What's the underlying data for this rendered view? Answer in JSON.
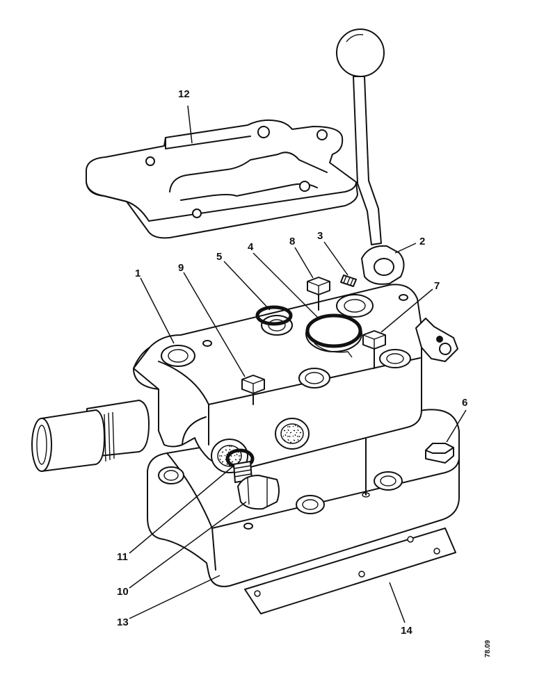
{
  "callouts": {
    "c1": "1",
    "c2": "2",
    "c3": "3",
    "c4": "4",
    "c5": "5",
    "c6": "6",
    "c7": "7",
    "c8": "8",
    "c9": "9",
    "c10": "10",
    "c11": "11",
    "c12": "12",
    "c13": "13",
    "c14": "14"
  },
  "reference_code": "78.09"
}
